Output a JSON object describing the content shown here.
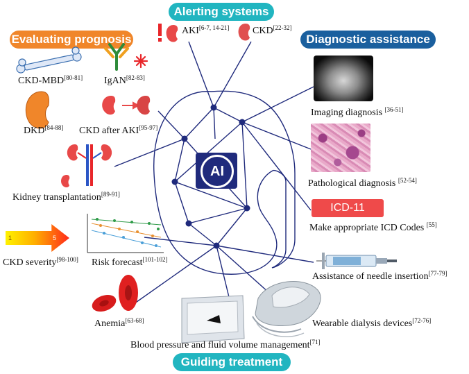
{
  "categories": {
    "alerting": "Alerting systems",
    "prognosis": "Evaluating prognosis",
    "diagnostic": "Diagnostic assistance",
    "treatment": "Guiding treatment"
  },
  "center": {
    "label": "AI"
  },
  "items": {
    "aki": {
      "text": "AKI",
      "ref": "[6-7, 14-21]"
    },
    "ckd": {
      "text": "CKD",
      "ref": "[22-32]"
    },
    "ckd_mbd": {
      "text": "CKD-MBD",
      "ref": "[80-81]"
    },
    "igan": {
      "text": "IgAN",
      "ref": "[82-83]"
    },
    "dkd": {
      "text": "DKD",
      "ref": "[84-88]"
    },
    "ckd_after_aki": {
      "text": "CKD after AKI",
      "ref": "[95-97]"
    },
    "kidney_tx": {
      "text": "Kidney transplantation",
      "ref": "[89-91]"
    },
    "ckd_severity": {
      "text": "CKD severity",
      "ref": "[98-100]"
    },
    "risk_forecast": {
      "text": "Risk forecast",
      "ref": "[101-102]"
    },
    "imaging": {
      "text": "Imaging diagnosis ",
      "ref": "[36-51]"
    },
    "pathology": {
      "text": "Pathological diagnosis ",
      "ref": "[52-54]"
    },
    "icd_badge": "ICD-11",
    "icd_codes": {
      "text": "Make appropriate ICD Codes ",
      "ref": "[55]"
    },
    "needle": {
      "text": "Assistance of needle insertion",
      "ref": "[77-79]"
    },
    "dialysis": {
      "text": "Wearable dialysis devices",
      "ref": "[72-76]"
    },
    "bp": {
      "text": "Blood pressure and fluid volume management",
      "ref": "[71]"
    },
    "anemia": {
      "text": "Anemia",
      "ref": "[63-68]"
    }
  },
  "severity_scale": {
    "low": "1",
    "high": "5"
  },
  "colors": {
    "alerting": "#21b5c0",
    "prognosis": "#f0862a",
    "diagnostic": "#1a5f9e",
    "treatment": "#21b5c0",
    "network": "#1f2a7c",
    "ai_box": "#1f2a7c",
    "icd": "#ef4a4a",
    "kidney": "#e84848"
  }
}
